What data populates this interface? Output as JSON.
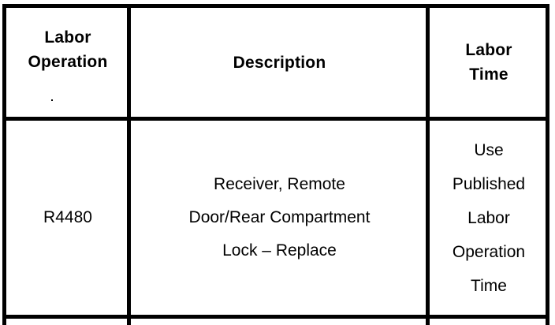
{
  "document": {
    "type": "table",
    "title": "Labor Operation Table",
    "background_color": "#FFFFFF",
    "rule_color": "#000000",
    "text_color": "#000000"
  },
  "table": {
    "columns": [
      {
        "id": "labor-operation",
        "header_lines": [
          "Labor",
          "Operation"
        ]
      },
      {
        "id": "description",
        "header_lines": [
          "Description"
        ]
      },
      {
        "id": "labor-time",
        "header_lines": [
          "Labor",
          "Time"
        ]
      }
    ],
    "rows": [
      {
        "labor_operation": [
          "R4480"
        ],
        "description": [
          "Receiver, Remote",
          "Door/Rear Compartment",
          "Lock – Replace"
        ],
        "labor_time": [
          "Use",
          "Published",
          "Labor",
          "Operation",
          "Time"
        ]
      }
    ]
  }
}
